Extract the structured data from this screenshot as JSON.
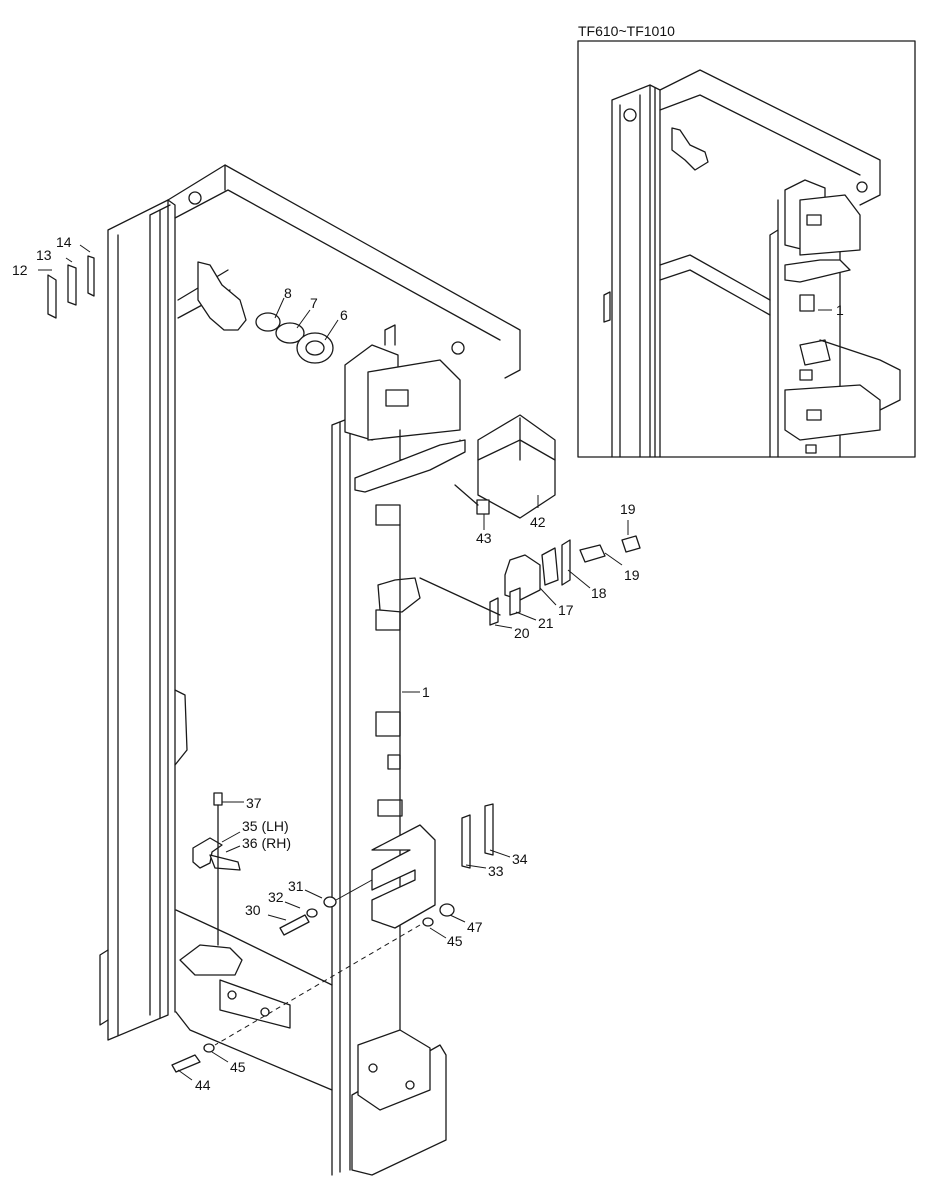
{
  "inset": {
    "title": "TF610~TF1010"
  },
  "labels": {
    "l1": "1",
    "l1b": "1",
    "l6": "6",
    "l7": "7",
    "l8": "8",
    "l12": "12",
    "l13": "13",
    "l14": "14",
    "l17": "17",
    "l18": "18",
    "l19a": "19",
    "l19b": "19",
    "l20": "20",
    "l21": "21",
    "l30": "30",
    "l31": "31",
    "l32": "32",
    "l33": "33",
    "l34": "34",
    "l35": "35 (LH)",
    "l36": "36 (RH)",
    "l37": "37",
    "l42": "42",
    "l43": "43",
    "l44": "44",
    "l45a": "45",
    "l45b": "45",
    "l47": "47"
  }
}
